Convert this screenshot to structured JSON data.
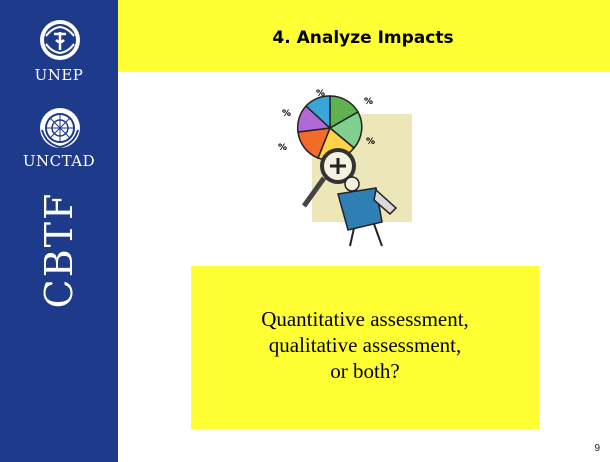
{
  "sidebar": {
    "unep_label": "UNEP",
    "unctad_label": "UNCTAD",
    "vertical_text": "CBTF",
    "background_color": "#1e3a8a"
  },
  "slide": {
    "title": "4. Analyze Impacts",
    "title_bar_color": "#ffff33",
    "callout_color": "#ffff33",
    "callout_lines": [
      "Quantitative assessment,",
      "qualitative assessment,",
      "or both?"
    ],
    "slide_number": "9",
    "clipart": {
      "icon": "magnifier-pie-chart-person-icon",
      "pie_marks": [
        "%",
        "%",
        "%",
        "%",
        "%"
      ]
    }
  }
}
